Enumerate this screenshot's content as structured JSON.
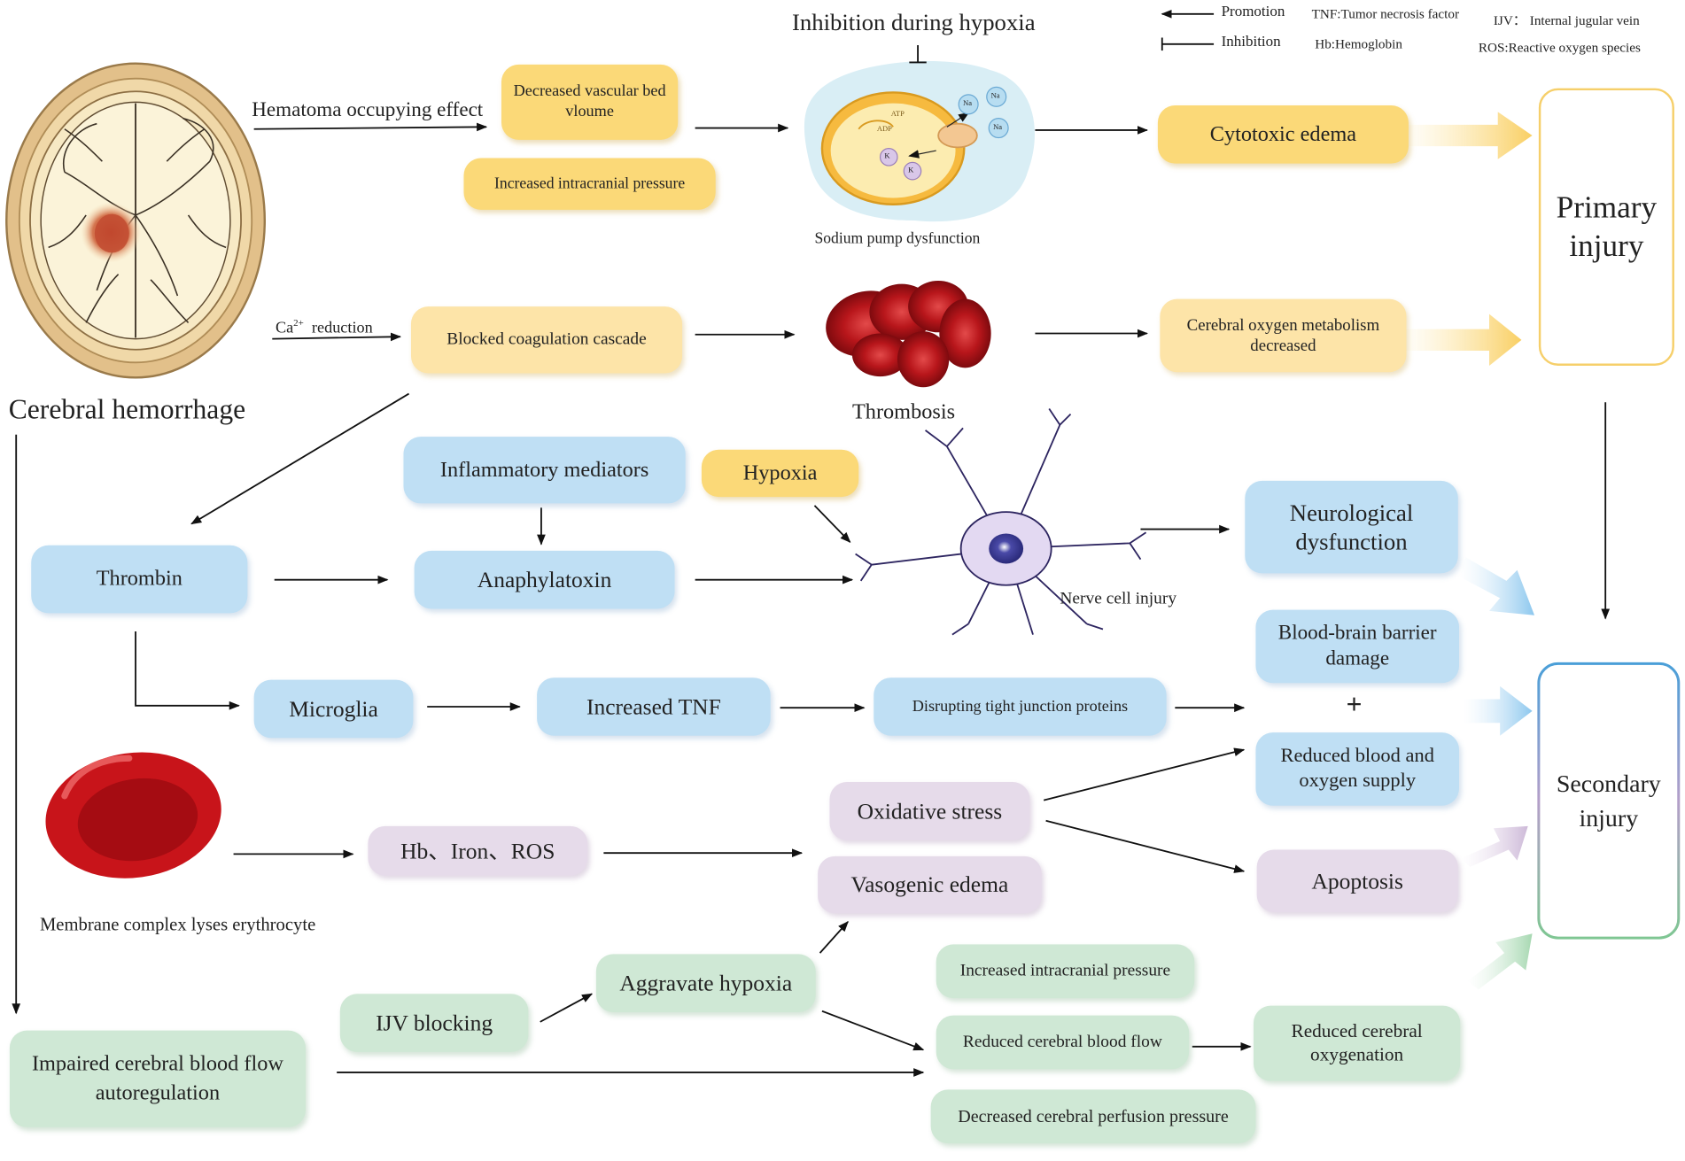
{
  "legend": {
    "promotion": "Promotion",
    "inhibition": "Inhibition",
    "tnf": "TNF:Tumor necrosis factor",
    "hb": "Hb:Hemoglobin",
    "ijv": "IJV： Internal jugular vein",
    "ros": "ROS:Reactive oxygen species"
  },
  "labels": {
    "inhibition_hypoxia": "Inhibition during hypoxia",
    "hematoma": "Hematoma occupying effect",
    "ca_reduction": "reduction",
    "ca": "Ca",
    "ca_sup": "2+",
    "cerebral_hemorrhage": "Cerebral hemorrhage",
    "sodium_pump": "Sodium pump dysfunction",
    "thrombosis": "Thrombosis",
    "nerve_cell": "Nerve cell injury",
    "membrane": "Membrane complex lyses erythrocyte",
    "plus": "+",
    "na": "Na",
    "k": "K",
    "atp": "ATP",
    "adp": "ADP"
  },
  "boxes": {
    "decreased_vascular": "Decreased vascular bed vloume",
    "increased_icp_top": "Increased intracranial pressure",
    "cytotoxic_edema": "Cytotoxic edema",
    "blocked_coag": "Blocked coagulation cascade",
    "cerebral_oxygen": "Cerebral oxygen metabolism decreased",
    "primary_injury": "Primary injury",
    "inflammatory": "Inflammatory mediators",
    "hypoxia": "Hypoxia",
    "neuro_dys": "Neurological dysfunction",
    "thrombin": "Thrombin",
    "anaphylatoxin": "Anaphylatoxin",
    "bbb_damage": "Blood-brain barrier damage",
    "microglia": "Microglia",
    "increased_tnf": "Increased TNF",
    "tight_junction": "Disrupting tight junction proteins",
    "reduced_blood": "Reduced blood and oxygen supply",
    "oxidative": "Oxidative stress",
    "hb_iron_ros": "Hb、Iron、ROS",
    "vasogenic": "Vasogenic edema",
    "apoptosis": "Apoptosis",
    "secondary_injury": "Secondary injury",
    "increased_icp_bottom": "Increased intracranial pressure",
    "aggravate_hypoxia": "Aggravate hypoxia",
    "ijv_blocking": "IJV blocking",
    "reduced_cbf": "Reduced cerebral blood flow",
    "reduced_oxygenation": "Reduced cerebral oxygenation",
    "impaired_cbf": "Impaired cerebral blood flow autoregulation",
    "decreased_cpp": "Decreased cerebral perfusion pressure"
  },
  "colors": {
    "yellow": "#fbd978",
    "light_yellow": "#fde4a8",
    "blue": "#bfdff4",
    "purple": "#e6dbea",
    "green": "#cfe8d5"
  }
}
